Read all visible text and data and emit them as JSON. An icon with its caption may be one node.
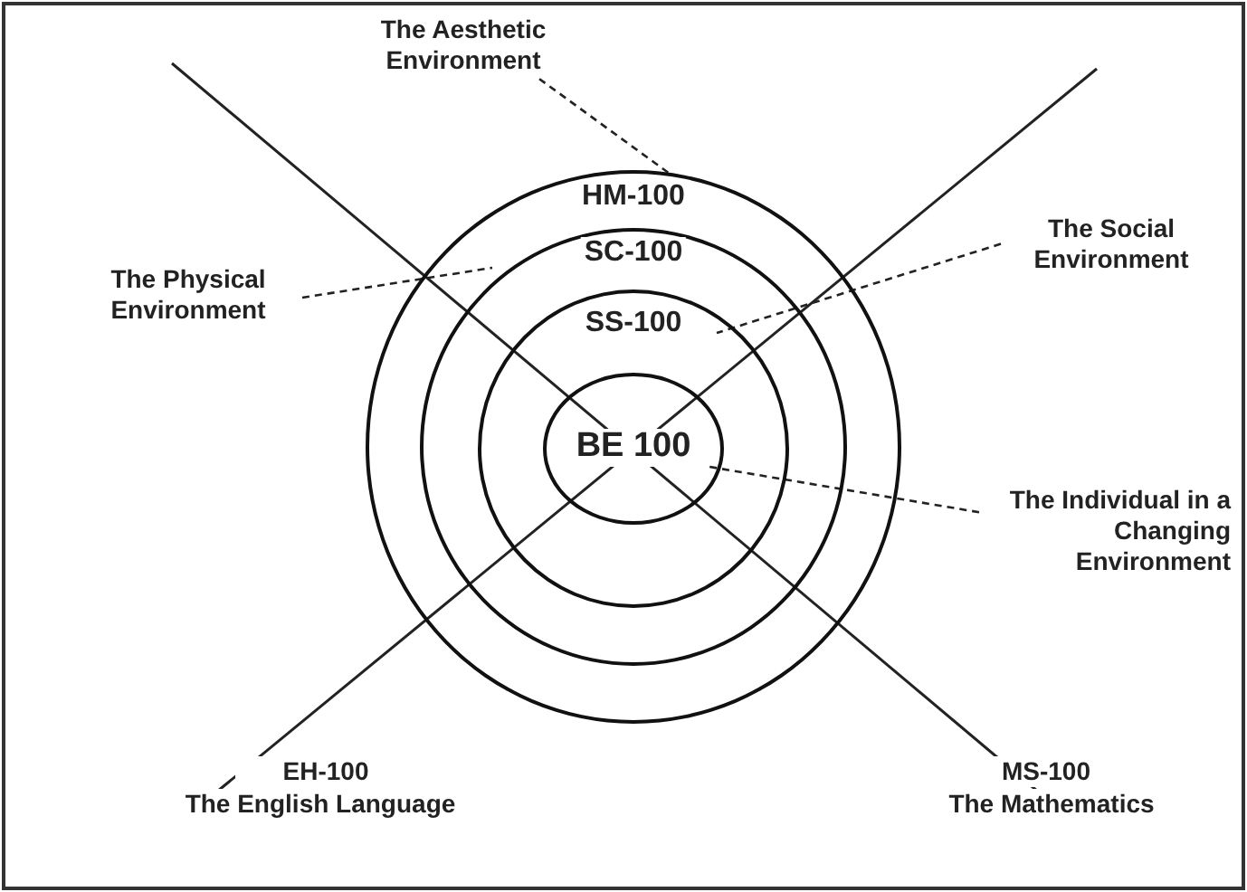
{
  "diagram": {
    "nodes": [
      {
        "text": [
          "HM-100"
        ]
      },
      {
        "text": [
          "SC-100"
        ],
        "in": 0
      },
      {
        "text": [
          "SS-100"
        ],
        "in": 1
      },
      {
        "text": [
          "BE 100"
        ],
        "in": 2
      },
      {
        "text": [
          "The Aesthetic Environment"
        ]
      },
      {
        "text": [
          "The Physical Environment"
        ]
      },
      {
        "text": [
          "The Social Environment"
        ]
      },
      {
        "text": [
          "The Individual in a Changing Environment"
        ]
      }
    ],
    "edges": [
      {
        "from": 4,
        "to": 0,
        "arrow": "none",
        "style": "dashed"
      },
      {
        "from": 5,
        "to": 1,
        "arrow": "none",
        "style": "dashed"
      },
      {
        "from": 6,
        "to": 2,
        "arrow": "none",
        "style": "dashed"
      },
      {
        "from": 7,
        "to": 3,
        "arrow": "none",
        "style": "dashed"
      }
    ],
    "labels": [
      "EH-100",
      "The English Language",
      "MS-100",
      "The Mathematics"
    ]
  }
}
